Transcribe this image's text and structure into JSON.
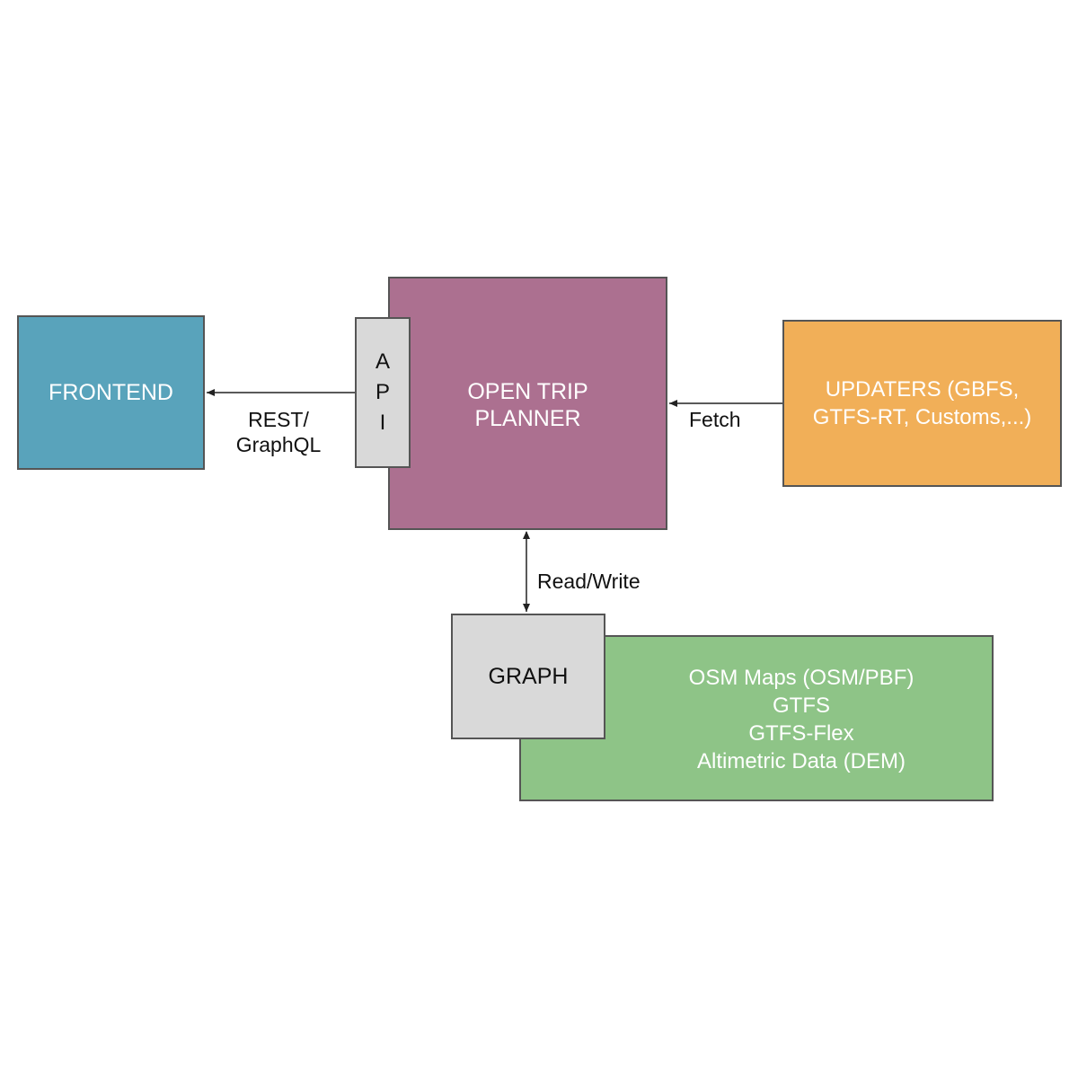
{
  "nodes": {
    "frontend": {
      "label": "FRONTEND",
      "color": "#59a3bb"
    },
    "otp": {
      "lines": [
        "OPEN TRIP",
        "PLANNER"
      ],
      "color": "#ac7090"
    },
    "api": {
      "letters": [
        "A",
        "P",
        "I"
      ],
      "color": "#d9d9d9"
    },
    "updaters": {
      "lines": [
        "UPDATERS (GBFS,",
        "GTFS-RT, Customs,...)"
      ],
      "color": "#f1af58"
    },
    "graph": {
      "label": "GRAPH",
      "color": "#d9d9d9"
    },
    "datasources": {
      "items": [
        "OSM Maps (OSM/PBF)",
        "GTFS",
        "GTFS-Flex",
        "Altimetric Data (DEM)"
      ],
      "color": "#8ec487"
    }
  },
  "edges": {
    "api_to_frontend": {
      "lines": [
        "REST/",
        "GraphQL"
      ]
    },
    "updaters_to_otp": {
      "label": "Fetch"
    },
    "otp_graph": {
      "label": "Read/Write"
    }
  }
}
